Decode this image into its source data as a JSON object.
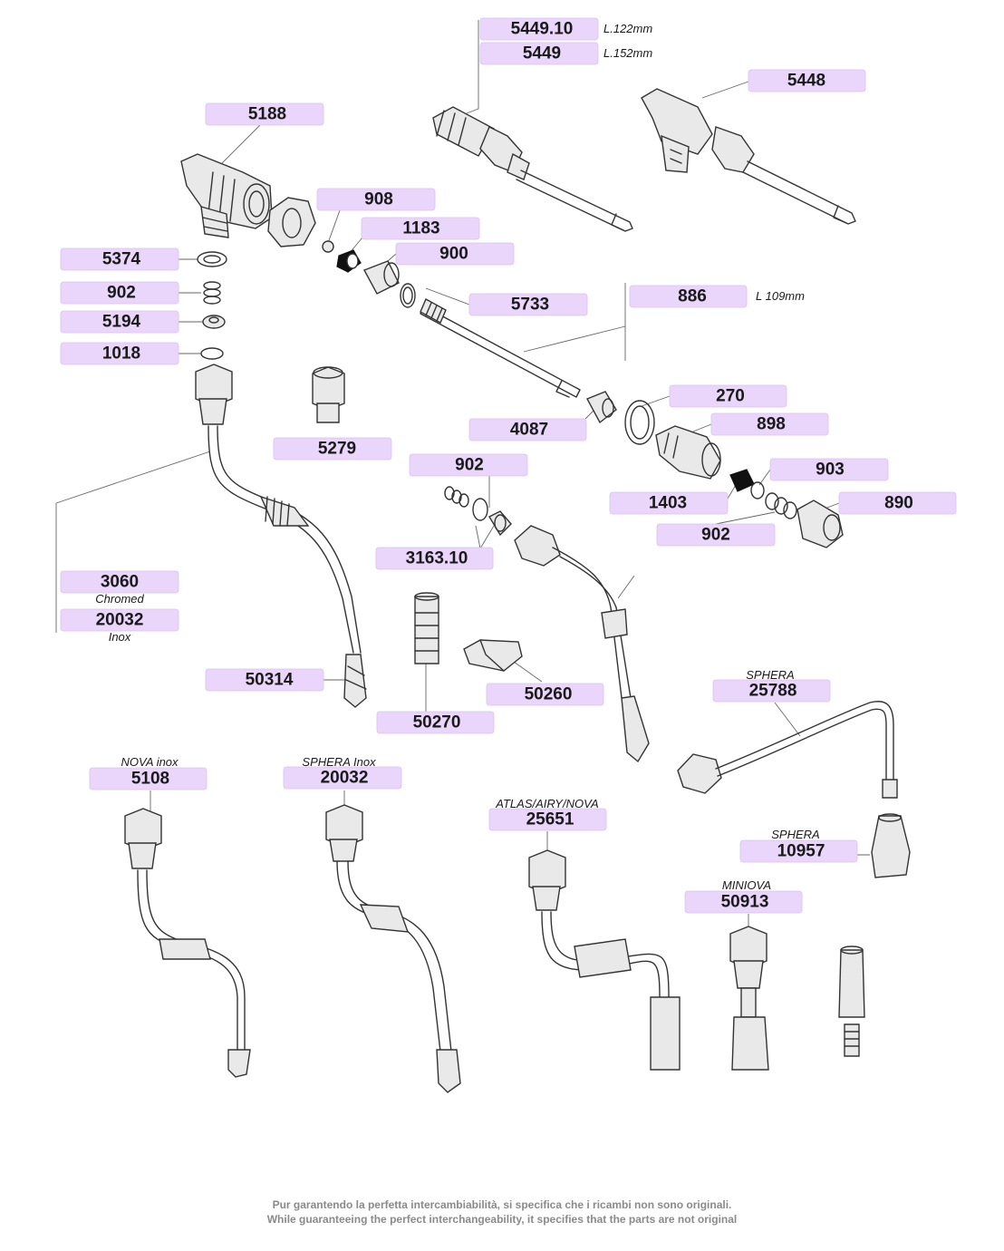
{
  "labels": {
    "p5449_10": "5449.10",
    "p5449": "5449",
    "p5448": "5448",
    "p5188": "5188",
    "p908": "908",
    "p1183": "1183",
    "p900": "900",
    "p5374": "5374",
    "p902a": "902",
    "p5194": "5194",
    "p1018": "1018",
    "p5733": "5733",
    "p886": "886",
    "p270": "270",
    "p4087": "4087",
    "p898": "898",
    "p5279": "5279",
    "p902b": "902",
    "p903": "903",
    "p1403": "1403",
    "p890": "890",
    "p902c": "902",
    "p3163_10": "3163.10",
    "p3060": "3060",
    "p20032a": "20032",
    "p50314": "50314",
    "p50260": "50260",
    "p50270": "50270",
    "p25788": "25788",
    "p5108": "5108",
    "p20032b": "20032",
    "p25651": "25651",
    "p10957": "10957",
    "p50913": "50913"
  },
  "notes": {
    "len_5449_10": "L.122mm",
    "len_5449": "L.152mm",
    "len_886": "L 109mm",
    "finish_3060": "Chromed",
    "finish_20032": "Inox",
    "model_25788": "SPHERA",
    "model_5108": "NOVA inox",
    "model_20032": "SPHERA Inox",
    "model_25651": "ATLAS/AIRY/NOVA",
    "model_10957": "SPHERA",
    "model_50913": "MINIOVA"
  },
  "footer": {
    "line1": "Pur garantendo la perfetta intercambiabilità, si specifica che i ricambi non sono originali.",
    "line2": "While guaranteeing the perfect interchangeability, it specifies that the parts are not original"
  }
}
